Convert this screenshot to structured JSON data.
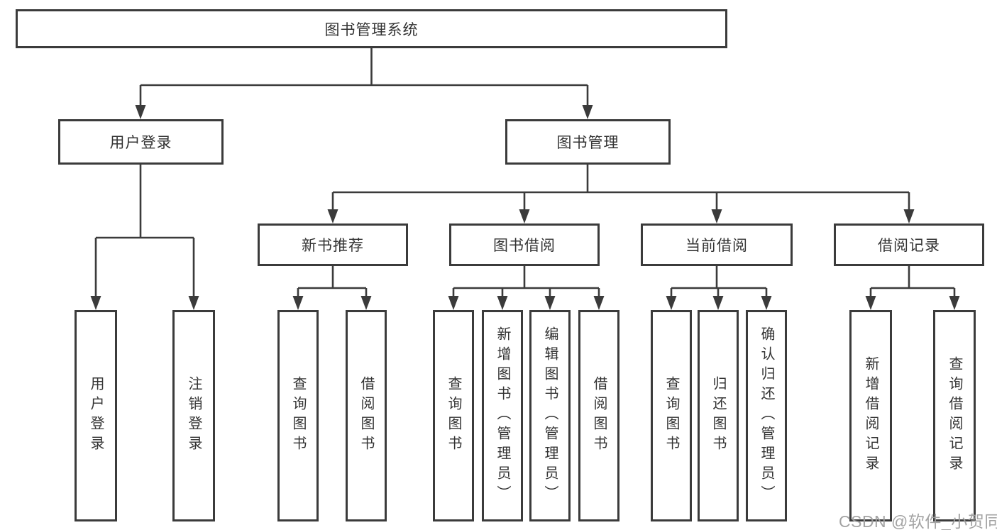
{
  "nodes": {
    "root": {
      "label": "图书管理系统"
    },
    "level2": {
      "login": {
        "label": "用户登录"
      },
      "management": {
        "label": "图书管理"
      }
    },
    "level3": {
      "new_books": {
        "label": "新书推荐"
      },
      "borrowing": {
        "label": "图书借阅"
      },
      "current": {
        "label": "当前借阅"
      },
      "records": {
        "label": "借阅记录"
      }
    },
    "leaves": {
      "login": [
        "用户登录",
        "注销登录"
      ],
      "new_books": [
        "查询图书",
        "借阅图书"
      ],
      "borrowing": [
        "查询图书",
        "新增图书（管理员）",
        "编辑图书（管理员）",
        "借阅图书"
      ],
      "current": [
        "查询图书",
        "归还图书",
        "确认归还（管理员）"
      ],
      "records": [
        "新增借阅记录",
        "查询借阅记录"
      ]
    }
  },
  "watermark": "CSDN @软件_小贺同学",
  "colors": {
    "line": "#3b3b3b",
    "text": "#333333",
    "background": "#ffffff",
    "watermark": "#9e9e9e"
  }
}
